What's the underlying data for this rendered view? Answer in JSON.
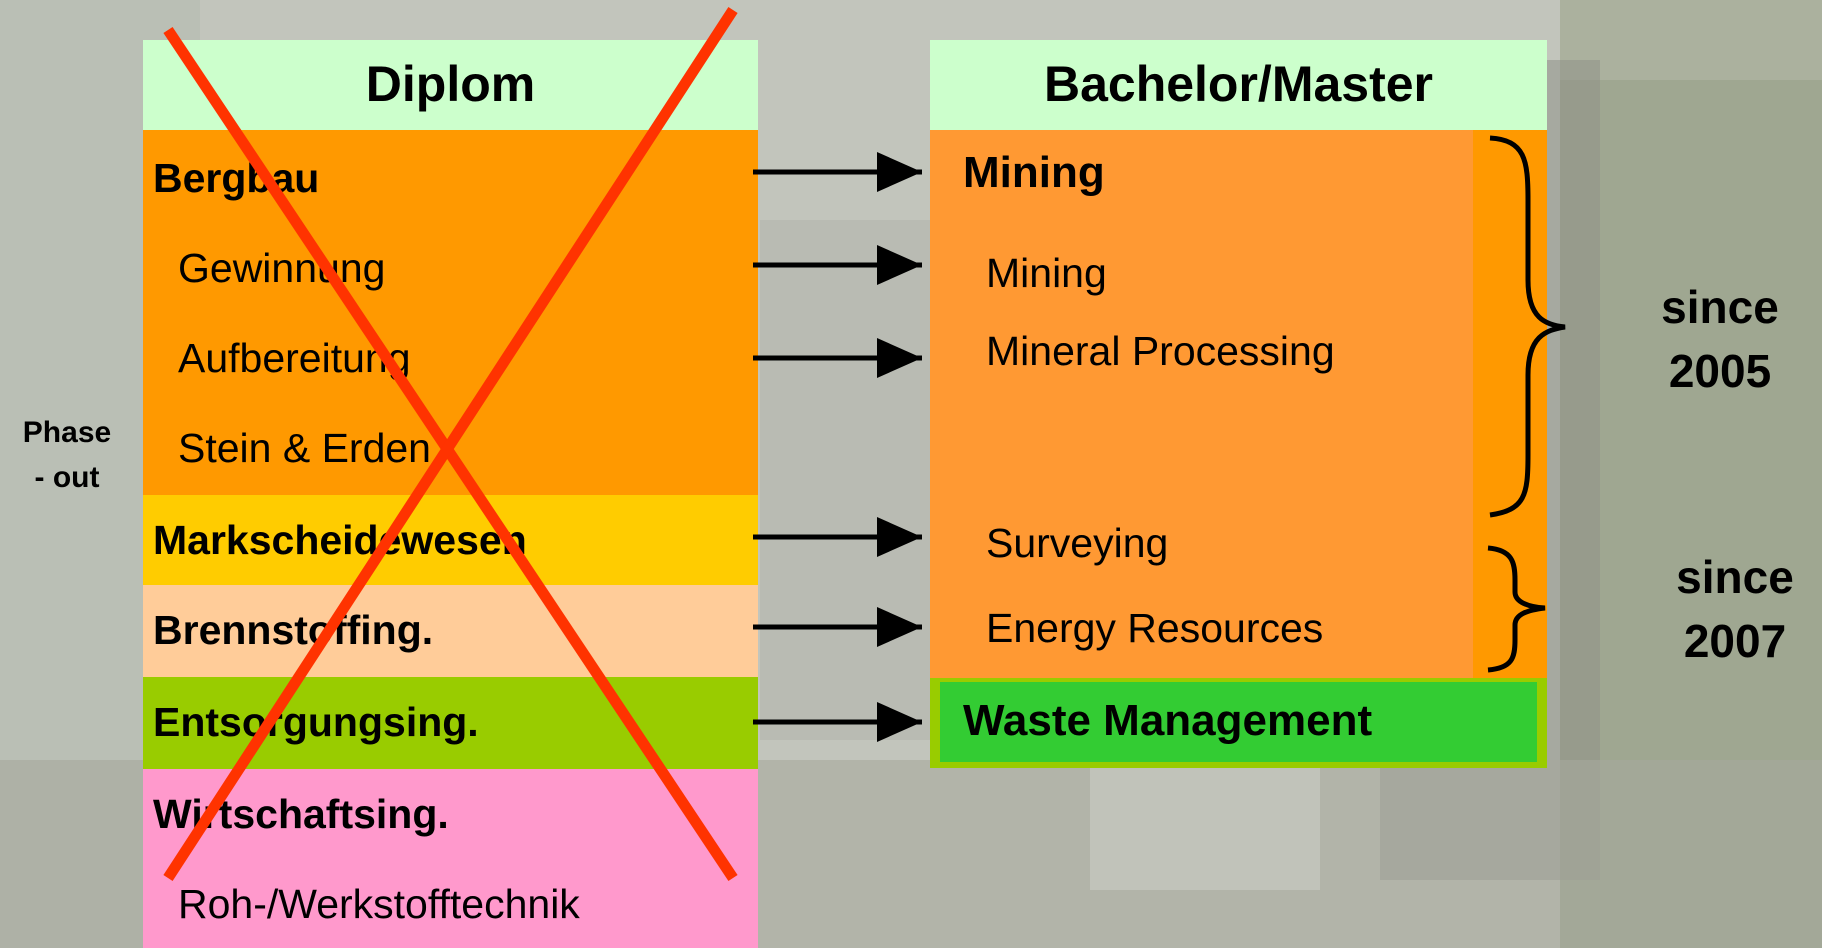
{
  "colors": {
    "header_bg": "#ccffcc",
    "orange": "#ff9900",
    "orange_light": "#ff9933",
    "yellow": "#ffcc00",
    "peach": "#ffcc99",
    "lime": "#99cc00",
    "green": "#33cc33",
    "pink": "#ff99cc",
    "cross": "#ff3300"
  },
  "phase_out_label": "Phase\n- out",
  "diplom": {
    "header": "Diplom",
    "bergbau": "Bergbau",
    "gewinnung": "Gewinnung",
    "aufbereitung": "Aufbereitung",
    "stein_erden": "Stein & Erden",
    "markscheidewesen": "Markscheidewesen",
    "brennstoffing": "Brennstoffing.",
    "entsorgungsing": "Entsorgungsing.",
    "wirtschaftsing": "Wirtschaftsing.",
    "rohwerkstoff": "Roh-/Werkstofftechnik"
  },
  "bm": {
    "header": "Bachelor/Master",
    "mining_bold": "Mining",
    "mining": "Mining",
    "mineral_processing": "Mineral Processing",
    "surveying": "Surveying",
    "energy_resources": "Energy Resources",
    "waste_management": "Waste Management"
  },
  "since_2005": "since\n2005",
  "since_2007": "since\n2007"
}
